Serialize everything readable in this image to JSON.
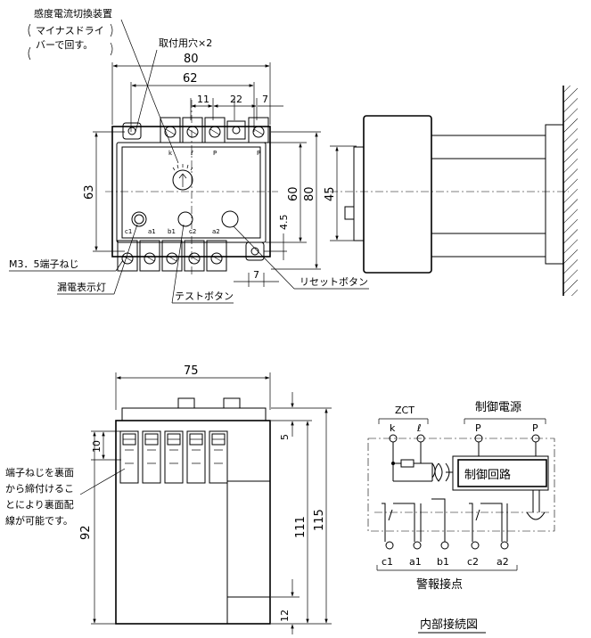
{
  "labels": {
    "sensitivity_switch": "感度電流切換装置",
    "screwdriver_note_1": "マイナスドライ",
    "screwdriver_note_2": "バーで回す。",
    "mounting_hole": "取付用穴×2",
    "terminal_screw": "M3．5端子ねじ",
    "leak_lamp": "漏電表示灯",
    "test_button": "テストボタン",
    "reset_button": "リセットボタン",
    "rear_note_1": "端子ねじを裏面",
    "rear_note_2": "から締付けるこ",
    "rear_note_3": "とにより裏面配",
    "rear_note_4": "線が可能です。",
    "zct": "ZCT",
    "control_power": "制御電源",
    "control_circuit": "制御回路",
    "alarm_contact": "警報接点",
    "internal_diagram": "内部接続図"
  },
  "dimensions": {
    "front_width_total": "80",
    "front_width_holes": "62",
    "term_pitch": "11",
    "term_span": "22",
    "term_edge": "7",
    "front_height_left": "63",
    "front_height_inner": "60",
    "front_height_total": "80",
    "hole_offset": "4.5",
    "hole_edge": "7",
    "side_height": "45",
    "bottom_width": "75",
    "bottom_top": "5",
    "bottom_term": "10",
    "bottom_inner": "111",
    "bottom_total": "115",
    "bottom_left": "92",
    "bottom_foot": "12"
  },
  "front_terminals_top": [
    "k",
    "ℓ",
    "P",
    "P"
  ],
  "front_terminals_bottom": [
    "c1",
    "a1",
    "b1",
    "c2",
    "a2"
  ],
  "schematic_top_terminals": [
    "k",
    "ℓ",
    "P",
    "P"
  ],
  "schematic_bottom_terminals": [
    "c1",
    "a1",
    "b1",
    "c2",
    "a2"
  ]
}
